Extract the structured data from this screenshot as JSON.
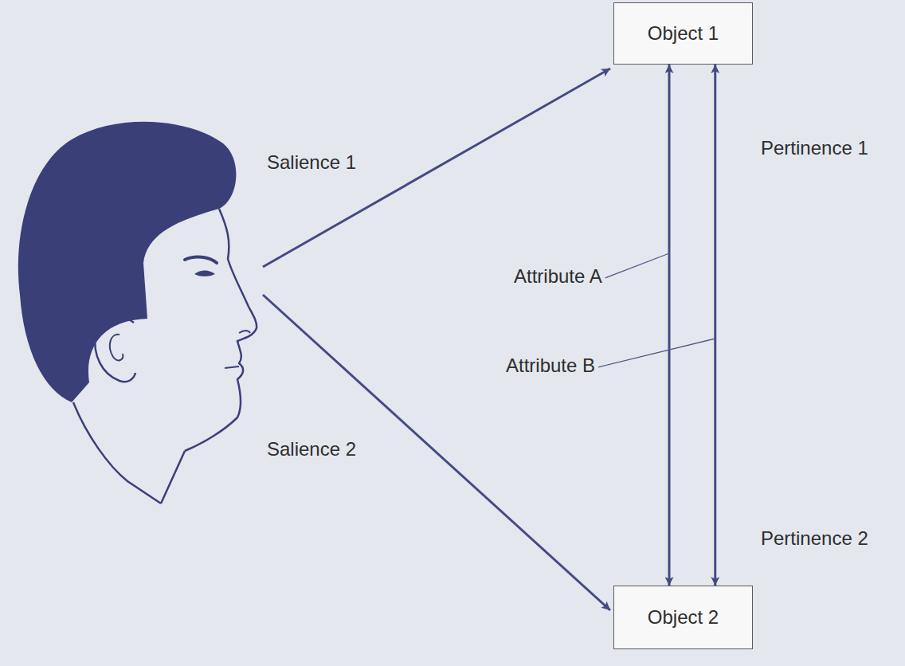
{
  "diagram": {
    "nodes": [
      {
        "text": [
          "Object 1"
        ]
      },
      {
        "text": [
          "Object 2"
        ]
      }
    ],
    "edges": [
      {
        "from": 0,
        "to": 1,
        "arrow": "both",
        "label": "Attribute A"
      },
      {
        "from": 0,
        "to": 1,
        "arrow": "both",
        "label": "Attribute B"
      }
    ],
    "labels": [
      "Salience 1",
      "Salience 2",
      "Pertinence 1",
      "Pertinence 2"
    ]
  }
}
